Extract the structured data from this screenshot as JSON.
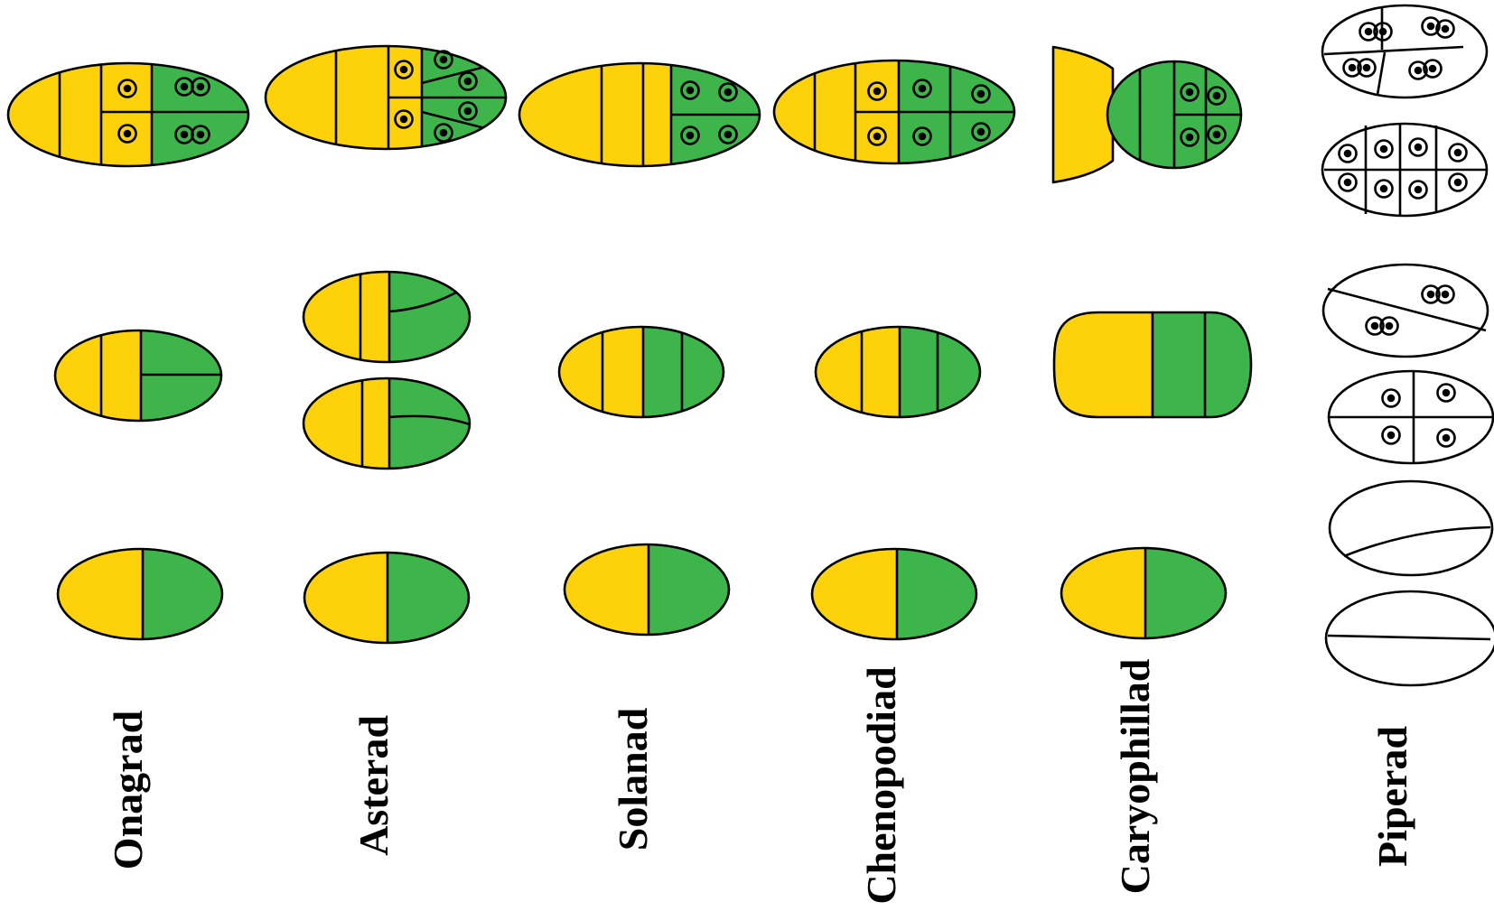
{
  "colors": {
    "yellow": "#FDD20A",
    "green": "#3DB54A",
    "white": "#FFFFFF",
    "stroke": "#000000"
  },
  "labels": {
    "onagrad": "Onagrad",
    "asterad": "Asterad",
    "solanad": "Solanad",
    "chenopodiad": "Chenopodiad",
    "caryophyllad": "Caryophillad",
    "piperad": "Piperad"
  }
}
